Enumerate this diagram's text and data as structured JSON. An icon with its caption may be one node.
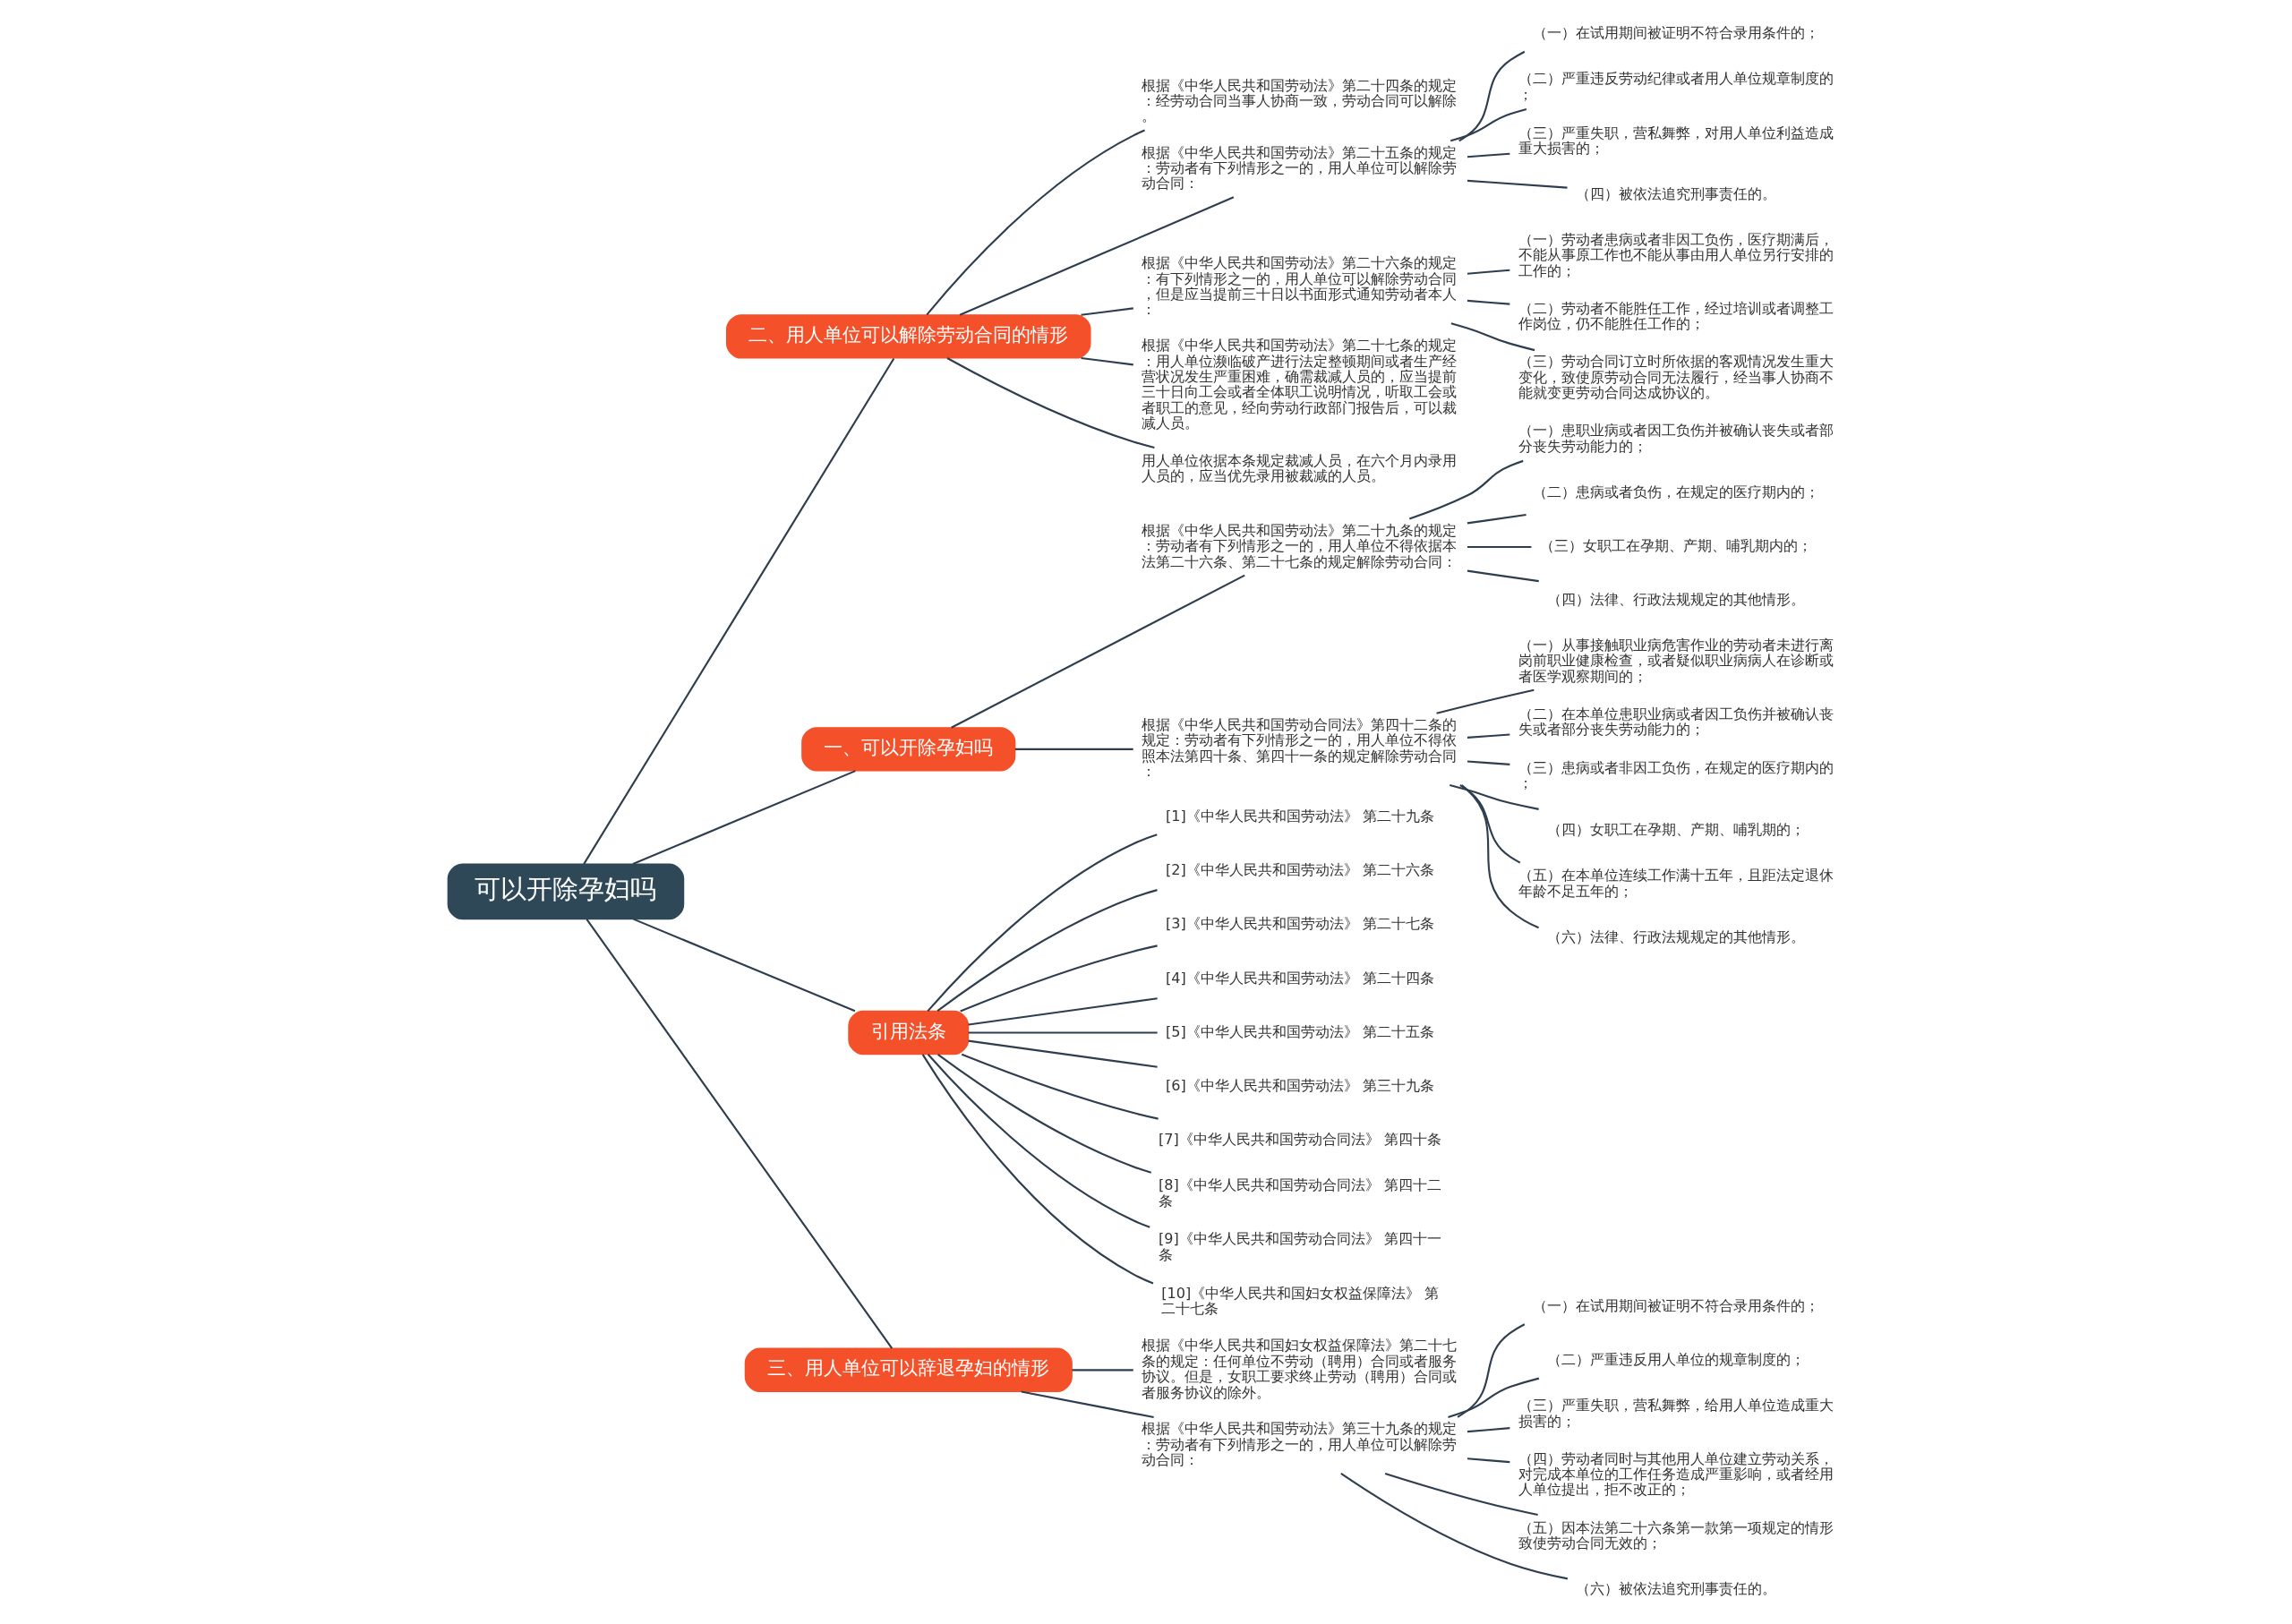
{
  "diagram": {
    "nodes": [
      {
        "text": [
          "可以开除孕妇吗"
        ]
      },
      {
        "text": [
          "二、用人单位可以解除劳动合同的情形"
        ]
      },
      {
        "text": [
          "根据《中华人民共和国劳动法》第二十四条的规定：经劳动合同当事人协商一致，劳动合同可以解除。"
        ]
      },
      {
        "text": [
          "根据《中华人民共和国劳动法》第二十五条的规定：劳动者有下列情形之一的，用人单位可以解除劳动合同："
        ]
      },
      {
        "text": [
          "（一）在试用期间被证明不符合录用条件的；"
        ]
      },
      {
        "text": [
          "（二）严重违反劳动纪律或者用人单位规章制度的；"
        ]
      },
      {
        "text": [
          "（三）严重失职，营私舞弊，对用人单位利益造成重大损害的；"
        ]
      },
      {
        "text": [
          "（四）被依法追究刑事责任的。"
        ]
      },
      {
        "text": [
          "根据《中华人民共和国劳动法》第二十六条的规定：有下列情形之一的，用人单位可以解除劳动合同，但是应当提前三十日以书面形式通知劳动者本人："
        ]
      },
      {
        "text": [
          "（一）劳动者患病或者非因工负伤，医疗期满后，不能从事原工作也不能从事由用人单位另行安排的工作的；"
        ]
      },
      {
        "text": [
          "（二）劳动者不能胜任工作，经过培训或者调整工作岗位，仍不能胜任工作的；"
        ]
      },
      {
        "text": [
          "（三）劳动合同订立时所依据的客观情况发生重大变化，致使原劳动合同无法履行，经当事人协商不能就变更劳动合同达成协议的。"
        ]
      },
      {
        "text": [
          "根据《中华人民共和国劳动法》第二十七条的规定：用人单位濒临破产进行法定整顿期间或者生产经营状况发生严重困难，确需裁减人员的，应当提前三十日向工会或者全体职工说明情况，听取工会或者职工的意见，经向劳动行政部门报告后，可以裁减人员。"
        ]
      },
      {
        "text": [
          "用人单位依据本条规定裁减人员，在六个月内录用人员的，应当优先录用被裁减的人员。"
        ]
      },
      {
        "text": [
          "一、可以开除孕妇吗"
        ]
      },
      {
        "text": [
          "根据《中华人民共和国劳动法》第二十九条的规定：劳动者有下列情形之一的，用人单位不得依据本法第二十六条、第二十七条的规定解除劳动合同："
        ]
      },
      {
        "text": [
          "（一）患职业病或者因工负伤并被确认丧失或者部分丧失劳动能力的；"
        ]
      },
      {
        "text": [
          "（二）患病或者负伤，在规定的医疗期内的；"
        ]
      },
      {
        "text": [
          "（三）女职工在孕期、产期、哺乳期内的；"
        ]
      },
      {
        "text": [
          "（四）法律、行政法规规定的其他情形。"
        ]
      },
      {
        "text": [
          "根据《中华人民共和国劳动合同法》第四十二条的规定：劳动者有下列情形之一的，用人单位不得依照本法第四十条、第四十一条的规定解除劳动合同："
        ]
      },
      {
        "text": [
          "（一）从事接触职业病危害作业的劳动者未进行离岗前职业健康检查，或者疑似职业病病人在诊断或者医学观察期间的；"
        ]
      },
      {
        "text": [
          "（二）在本单位患职业病或者因工负伤并被确认丧失或者部分丧失劳动能力的；"
        ]
      },
      {
        "text": [
          "（三）患病或者非因工负伤，在规定的医疗期内的；"
        ]
      },
      {
        "text": [
          "（四）女职工在孕期、产期、哺乳期的；"
        ]
      },
      {
        "text": [
          "（五）在本单位连续工作满十五年，且距法定退休年龄不足五年的；"
        ]
      },
      {
        "text": [
          "（六）法律、行政法规规定的其他情形。"
        ]
      },
      {
        "text": [
          "引用法条"
        ]
      },
      {
        "text": [
          "[1]《中华人民共和国劳动法》 第二十九条"
        ]
      },
      {
        "text": [
          "[2]《中华人民共和国劳动法》 第二十六条"
        ]
      },
      {
        "text": [
          "[3]《中华人民共和国劳动法》 第二十七条"
        ]
      },
      {
        "text": [
          "[4]《中华人民共和国劳动法》 第二十四条"
        ]
      },
      {
        "text": [
          "[5]《中华人民共和国劳动法》 第二十五条"
        ]
      },
      {
        "text": [
          "[6]《中华人民共和国劳动法》 第三十九条"
        ]
      },
      {
        "text": [
          "[7]《中华人民共和国劳动合同法》 第四十条"
        ]
      },
      {
        "text": [
          "[8]《中华人民共和国劳动合同法》 第四十二条"
        ]
      },
      {
        "text": [
          "[9]《中华人民共和国劳动合同法》 第四十一条"
        ]
      },
      {
        "text": [
          "[10]《中华人民共和国妇女权益保障法》 第二十七条"
        ]
      },
      {
        "text": [
          "三、用人单位可以辞退孕妇的情形"
        ]
      },
      {
        "text": [
          "根据《中华人民共和国妇女权益保障法》第二十七条的规定：任何单位不劳动（聘用）合同或者服务协议。但是，女职工要求终止劳动（聘用）合同或者服务协议的除外。"
        ]
      },
      {
        "text": [
          "根据《中华人民共和国劳动法》第三十九条的规定：劳动者有下列情形之一的，用人单位可以解除劳动合同："
        ]
      },
      {
        "text": [
          "（一）在试用期间被证明不符合录用条件的；"
        ]
      },
      {
        "text": [
          "（二）严重违反用人单位的规章制度的；"
        ]
      },
      {
        "text": [
          "（三）严重失职，营私舞弊，给用人单位造成重大损害的；"
        ]
      },
      {
        "text": [
          "（四）劳动者同时与其他用人单位建立劳动关系，对完成本单位的工作任务造成严重影响，或者经用人单位提出，拒不改正的；"
        ]
      },
      {
        "text": [
          "（五）因本法第二十六条第一款第一项规定的情形致使劳动合同无效的；"
        ]
      },
      {
        "text": [
          "（六）被依法追究刑事责任的。"
        ]
      }
    ],
    "edges": [
      {
        "from": 0,
        "to": 1,
        "arrow": "none"
      },
      {
        "from": 1,
        "to": 2,
        "arrow": "none"
      },
      {
        "from": 1,
        "to": 3,
        "arrow": "none"
      },
      {
        "from": 3,
        "to": 4,
        "arrow": "none"
      },
      {
        "from": 3,
        "to": 5,
        "arrow": "none"
      },
      {
        "from": 3,
        "to": 6,
        "arrow": "none"
      },
      {
        "from": 3,
        "to": 7,
        "arrow": "none"
      },
      {
        "from": 1,
        "to": 8,
        "arrow": "none"
      },
      {
        "from": 8,
        "to": 9,
        "arrow": "none"
      },
      {
        "from": 8,
        "to": 10,
        "arrow": "none"
      },
      {
        "from": 8,
        "to": 11,
        "arrow": "none"
      },
      {
        "from": 1,
        "to": 12,
        "arrow": "none"
      },
      {
        "from": 1,
        "to": 13,
        "arrow": "none"
      },
      {
        "from": 0,
        "to": 14,
        "arrow": "none"
      },
      {
        "from": 14,
        "to": 15,
        "arrow": "none"
      },
      {
        "from": 15,
        "to": 16,
        "arrow": "none"
      },
      {
        "from": 15,
        "to": 17,
        "arrow": "none"
      },
      {
        "from": 15,
        "to": 18,
        "arrow": "none"
      },
      {
        "from": 15,
        "to": 19,
        "arrow": "none"
      },
      {
        "from": 14,
        "to": 20,
        "arrow": "none"
      },
      {
        "from": 20,
        "to": 21,
        "arrow": "none"
      },
      {
        "from": 20,
        "to": 22,
        "arrow": "none"
      },
      {
        "from": 20,
        "to": 23,
        "arrow": "none"
      },
      {
        "from": 20,
        "to": 24,
        "arrow": "none"
      },
      {
        "from": 20,
        "to": 25,
        "arrow": "none"
      },
      {
        "from": 20,
        "to": 26,
        "arrow": "none"
      },
      {
        "from": 0,
        "to": 27,
        "arrow": "none"
      },
      {
        "from": 27,
        "to": 28,
        "arrow": "none"
      },
      {
        "from": 27,
        "to": 29,
        "arrow": "none"
      },
      {
        "from": 27,
        "to": 30,
        "arrow": "none"
      },
      {
        "from": 27,
        "to": 31,
        "arrow": "none"
      },
      {
        "from": 27,
        "to": 32,
        "arrow": "none"
      },
      {
        "from": 27,
        "to": 33,
        "arrow": "none"
      },
      {
        "from": 27,
        "to": 34,
        "arrow": "none"
      },
      {
        "from": 27,
        "to": 35,
        "arrow": "none"
      },
      {
        "from": 27,
        "to": 36,
        "arrow": "none"
      },
      {
        "from": 27,
        "to": 37,
        "arrow": "none"
      },
      {
        "from": 0,
        "to": 38,
        "arrow": "none"
      },
      {
        "from": 38,
        "to": 39,
        "arrow": "none"
      },
      {
        "from": 38,
        "to": 40,
        "arrow": "none"
      },
      {
        "from": 40,
        "to": 41,
        "arrow": "none"
      },
      {
        "from": 40,
        "to": 42,
        "arrow": "none"
      },
      {
        "from": 40,
        "to": 43,
        "arrow": "none"
      },
      {
        "from": 40,
        "to": 44,
        "arrow": "none"
      },
      {
        "from": 40,
        "to": 45,
        "arrow": "none"
      },
      {
        "from": 40,
        "to": 46,
        "arrow": "none"
      }
    ]
  }
}
